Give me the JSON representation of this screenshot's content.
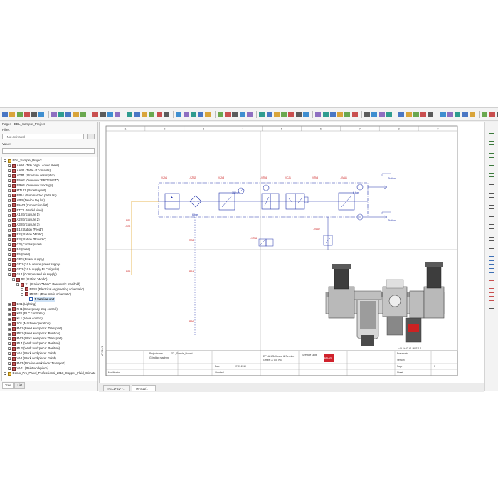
{
  "pages_panel": {
    "title": "Pages - EDL_Sample_Project",
    "filter_label": "Filter:",
    "filter_value": "- Not activated -",
    "filter_button": "...",
    "value_label": "Value:",
    "tree": [
      {
        "label": "EDL_Sample_Project",
        "depth": 0,
        "exp": "minus",
        "icon": "proj"
      },
      {
        "label": "AAA1 (Title page / cover sheet)",
        "depth": 1,
        "exp": "plus",
        "icon": "page"
      },
      {
        "label": "AAB1 (Table of contents)",
        "depth": 1,
        "exp": "plus",
        "icon": "page"
      },
      {
        "label": "ADB1 (Structure description)",
        "depth": 1,
        "exp": "plus",
        "icon": "page"
      },
      {
        "label": "ENA2 (Overview \"PROFINET\")",
        "depth": 1,
        "exp": "plus",
        "icon": "page"
      },
      {
        "label": "ERA4 (Overview topology)",
        "depth": 1,
        "exp": "plus",
        "icon": "page"
      },
      {
        "label": "MTL11 (Panel layout)",
        "depth": 1,
        "exp": "plus",
        "icon": "page"
      },
      {
        "label": "EPA1 (Summarized parts list)",
        "depth": 1,
        "exp": "plus",
        "icon": "page"
      },
      {
        "label": "APB (Device tag list)",
        "depth": 1,
        "exp": "plus",
        "icon": "page"
      },
      {
        "label": "EMA3 (Connection list)",
        "depth": 1,
        "exp": "plus",
        "icon": "page"
      },
      {
        "label": "ETC1 (Model view)",
        "depth": 1,
        "exp": "plus",
        "icon": "page"
      },
      {
        "label": "A1 (Enclosure 1)",
        "depth": 1,
        "exp": "plus",
        "icon": "page"
      },
      {
        "label": "A2 (Enclosure 2)",
        "depth": 1,
        "exp": "plus",
        "icon": "page"
      },
      {
        "label": "A3 (Enclosure 3)",
        "depth": 1,
        "exp": "plus",
        "icon": "page"
      },
      {
        "label": "B1 (Station \"Feed\")",
        "depth": 1,
        "exp": "plus",
        "icon": "page"
      },
      {
        "label": "B2 (Station \"Work\")",
        "depth": 1,
        "exp": "plus",
        "icon": "page"
      },
      {
        "label": "B3 (Station \"Provide\")",
        "depth": 1,
        "exp": "plus",
        "icon": "page"
      },
      {
        "label": "C2 (Control panel)",
        "depth": 1,
        "exp": "plus",
        "icon": "page"
      },
      {
        "label": "E4 (Field)",
        "depth": 1,
        "exp": "plus",
        "icon": "page"
      },
      {
        "label": "E5 (Field)",
        "depth": 1,
        "exp": "plus",
        "icon": "page"
      },
      {
        "label": "GB1 (Power supply)",
        "depth": 1,
        "exp": "plus",
        "icon": "page"
      },
      {
        "label": "GD1 (24 V device power supply)",
        "depth": 1,
        "exp": "plus",
        "icon": "page"
      },
      {
        "label": "GD2 (24 V supply PLC signals)",
        "depth": 1,
        "exp": "plus",
        "icon": "page"
      },
      {
        "label": "GL1 (Compressed air supply)",
        "depth": 1,
        "exp": "minus",
        "icon": "page"
      },
      {
        "label": "B2 (Station \"Work\")",
        "depth": 2,
        "exp": "minus",
        "icon": "page"
      },
      {
        "label": "Y1 (Station \"Work\": Pneumatic manifold)",
        "depth": 3,
        "exp": "minus",
        "icon": "page"
      },
      {
        "label": "EFS1 (Electrical engineering schematic)",
        "depth": 4,
        "exp": "plus",
        "icon": "page"
      },
      {
        "label": "MFS11 (Pneumatic schematic)",
        "depth": 4,
        "exp": "minus",
        "icon": "page"
      },
      {
        "label": "1 Service unit",
        "depth": 5,
        "exp": "none",
        "icon": "sheet",
        "selected": true
      },
      {
        "label": "EX1 (Lighting)",
        "depth": 1,
        "exp": "plus",
        "icon": "page"
      },
      {
        "label": "FH1 (Emergency stop control)",
        "depth": 1,
        "exp": "plus",
        "icon": "page"
      },
      {
        "label": "KF1 (PLC controller)",
        "depth": 1,
        "exp": "plus",
        "icon": "page"
      },
      {
        "label": "KL1 (Valve control)",
        "depth": 1,
        "exp": "plus",
        "icon": "page"
      },
      {
        "label": "S01 (Machine operation)",
        "depth": 1,
        "exp": "plus",
        "icon": "page"
      },
      {
        "label": "MA1 (Feed workpiece: Transport)",
        "depth": 1,
        "exp": "plus",
        "icon": "page"
      },
      {
        "label": "MB1 (Feed workpiece: Position)",
        "depth": 1,
        "exp": "plus",
        "icon": "page"
      },
      {
        "label": "MA2 (Work workpiece: Transport)",
        "depth": 1,
        "exp": "plus",
        "icon": "page"
      },
      {
        "label": "ML1 (Work workpiece: Position)",
        "depth": 1,
        "exp": "plus",
        "icon": "page"
      },
      {
        "label": "ML2 (Work workpiece: Position)",
        "depth": 1,
        "exp": "plus",
        "icon": "page"
      },
      {
        "label": "VA1 (Work workpiece: Grind)",
        "depth": 1,
        "exp": "plus",
        "icon": "page"
      },
      {
        "label": "VA2 (Work workpiece: Grind)",
        "depth": 1,
        "exp": "plus",
        "icon": "page"
      },
      {
        "label": "MA3 (Provide workpiece: Transport)",
        "depth": 1,
        "exp": "plus",
        "icon": "page"
      },
      {
        "label": "VA01 (Paint workpiece)",
        "depth": 1,
        "exp": "plus",
        "icon": "page"
      },
      {
        "label": "Demo_Pro_Panel_Professional_2018_Copper_Fluid_Climate",
        "depth": 0,
        "exp": "plus",
        "icon": "proj"
      }
    ],
    "tabs": [
      "Tree",
      "List"
    ]
  },
  "drawing": {
    "columns": [
      "1",
      "2",
      "3",
      "4",
      "5",
      "6",
      "7",
      "8",
      "9"
    ],
    "pressure_labels": [
      "10 bar",
      "6 bar",
      "6 bar"
    ],
    "component_tags": [
      "-VZN1",
      "-VZN2",
      "-VZN3",
      "-VZN4",
      "-VCJ1",
      "-VZN5",
      "-VMU1",
      "-VMU2",
      "-VZN6"
    ],
    "port_labels": [
      "-RB1",
      "-RB2",
      "-RB3",
      "-RB4",
      "-RB5",
      "-RB6"
    ],
    "right_labels": [
      "Station",
      "Station"
    ],
    "left_margin_text": "MFS11/1",
    "title_block": {
      "project_name_label": "Project name",
      "project_name": "EDL_Sample_Project",
      "description": "Grinding machine",
      "company_line1": "EPLAN Software & Service",
      "company_line2": "GmbH & Co. KG",
      "page_description": "Service unit",
      "page_ref": "=GL1+B2-Y1-MFS11/1",
      "logo_text": "EPLAN",
      "drawn_label": "Date",
      "date": "07.03.2019",
      "checked_label": "Checked",
      "rev_label": "Modification",
      "page_label": "Page",
      "page_of": "1",
      "sheet_label": "Sheet",
      "pneumatic_label": "Pneumatic",
      "version": "Version"
    }
  },
  "doc_tabs": [
    "=GL1+B2-Y1",
    "MFS11/1"
  ]
}
